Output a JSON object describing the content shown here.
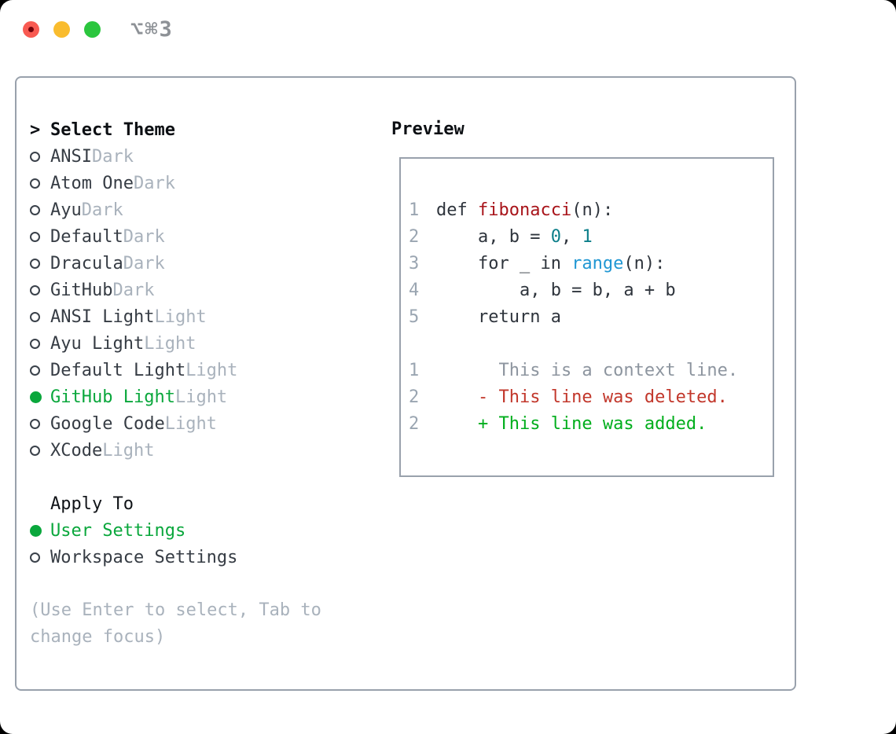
{
  "titlebar": {
    "shortcut": "⌥⌘3"
  },
  "theme_list": {
    "cursor": ">",
    "title": "Select Theme",
    "items": [
      {
        "name": "ANSI",
        "variant": "Dark",
        "selected": false
      },
      {
        "name": "Atom One",
        "variant": "Dark",
        "selected": false
      },
      {
        "name": "Ayu",
        "variant": "Dark",
        "selected": false
      },
      {
        "name": "Default",
        "variant": "Dark",
        "selected": false
      },
      {
        "name": "Dracula",
        "variant": "Dark",
        "selected": false
      },
      {
        "name": "GitHub",
        "variant": "Dark",
        "selected": false
      },
      {
        "name": "ANSI Light",
        "variant": "Light",
        "selected": false
      },
      {
        "name": "Ayu Light",
        "variant": "Light",
        "selected": false
      },
      {
        "name": "Default Light",
        "variant": "Light",
        "selected": false
      },
      {
        "name": "GitHub Light",
        "variant": "Light",
        "selected": true
      },
      {
        "name": "Google Code",
        "variant": "Light",
        "selected": false
      },
      {
        "name": "XCode",
        "variant": "Light",
        "selected": false
      }
    ]
  },
  "apply_to": {
    "title": "Apply To",
    "options": [
      {
        "label": "User Settings",
        "selected": true
      },
      {
        "label": "Workspace Settings",
        "selected": false
      }
    ]
  },
  "hint": "(Use Enter to select, Tab to change focus)",
  "preview": {
    "title": "Preview",
    "code_lines": [
      {
        "num": "1",
        "segments": [
          {
            "t": "def ",
            "c": "fg"
          },
          {
            "t": "fibonacci",
            "c": "red"
          },
          {
            "t": "(n):",
            "c": "fg"
          }
        ]
      },
      {
        "num": "2",
        "segments": [
          {
            "t": "    a, b = ",
            "c": "fg"
          },
          {
            "t": "0",
            "c": "teal"
          },
          {
            "t": ", ",
            "c": "fg"
          },
          {
            "t": "1",
            "c": "teal"
          }
        ]
      },
      {
        "num": "3",
        "segments": [
          {
            "t": "    for _ in ",
            "c": "fg"
          },
          {
            "t": "range",
            "c": "blue"
          },
          {
            "t": "(n):",
            "c": "fg"
          }
        ]
      },
      {
        "num": "4",
        "segments": [
          {
            "t": "        a, b = b, a + b",
            "c": "fg"
          }
        ]
      },
      {
        "num": "5",
        "segments": [
          {
            "t": "    return a",
            "c": "fg"
          }
        ]
      }
    ],
    "diff_lines": [
      {
        "num": "1",
        "segments": [
          {
            "t": "      This is a context line.",
            "c": "ctx"
          }
        ]
      },
      {
        "num": "2",
        "segments": [
          {
            "t": "    - This line was deleted.",
            "c": "del"
          }
        ]
      },
      {
        "num": "2",
        "segments": [
          {
            "t": "    + This line was added.",
            "c": "add"
          }
        ]
      }
    ]
  },
  "colors": {
    "accent_green": "#0aa73c",
    "diff_added": "#00ae1c",
    "diff_deleted": "#c2372b",
    "code_function_red": "#a8141a",
    "code_number_teal": "#0b7e89",
    "code_builtin_blue": "#2097d3",
    "muted_gray": "#a9b2bc",
    "border_gray": "#99a1ac"
  }
}
